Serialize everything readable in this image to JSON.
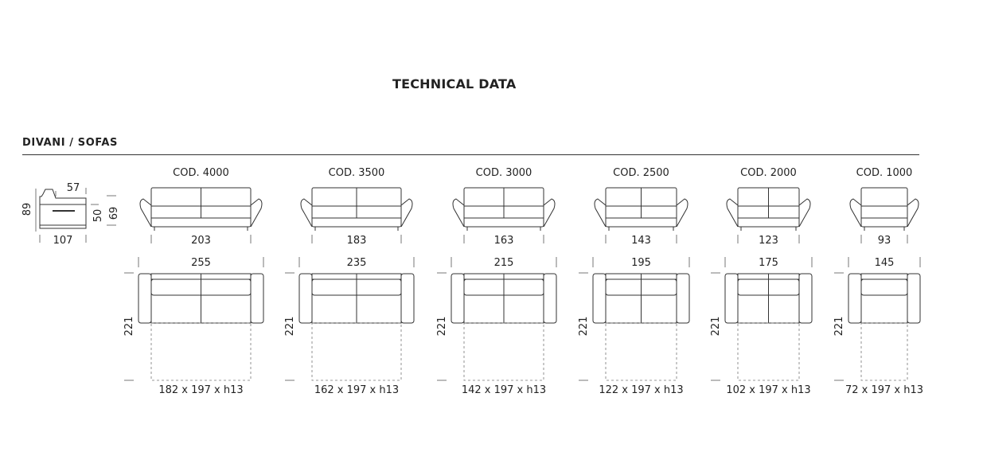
{
  "header": {
    "title": "TECHNICAL DATA"
  },
  "section": {
    "title": "DIVANI / SOFAS"
  },
  "side_view": {
    "depth": "107",
    "seat_depth": "57",
    "height": "89",
    "seat_height": "50",
    "arm_height": "69"
  },
  "sofas": [
    {
      "code": "COD. 4000",
      "front_width": "203",
      "total_width": "255",
      "bed_length": "221",
      "mattress": "182 x 197 x h13"
    },
    {
      "code": "COD. 3500",
      "front_width": "183",
      "total_width": "235",
      "bed_length": "221",
      "mattress": "162 x 197 x h13"
    },
    {
      "code": "COD. 3000",
      "front_width": "163",
      "total_width": "215",
      "bed_length": "221",
      "mattress": "142 x 197 x h13"
    },
    {
      "code": "COD. 2500",
      "front_width": "143",
      "total_width": "195",
      "bed_length": "221",
      "mattress": "122 x 197 x h13"
    },
    {
      "code": "COD. 2000",
      "front_width": "123",
      "total_width": "175",
      "bed_length": "221",
      "mattress": "102 x 197 x h13"
    },
    {
      "code": "COD. 1000",
      "front_width": "93",
      "total_width": "145",
      "bed_length": "221",
      "mattress": "72 x 197 x h13"
    }
  ]
}
